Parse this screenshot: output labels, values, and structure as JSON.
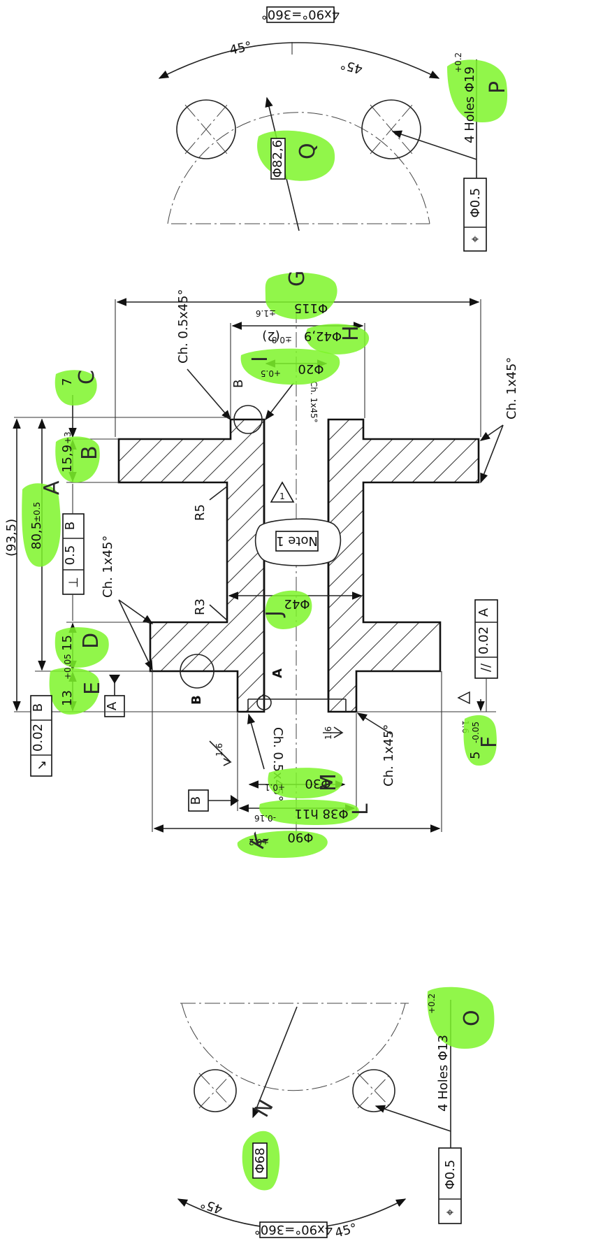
{
  "top_view": {
    "pattern": "4x90°=360°",
    "angle_1": "45°",
    "angle_2": "45°",
    "pcd": "Φ82,6",
    "holes_note": "4 Holes Φ19",
    "holes_tol": "+0.2",
    "position_symbol": "⌖",
    "position_tol": "Φ0.5",
    "letter_pcd": "Q",
    "letter_holes": "P"
  },
  "bottom_view": {
    "pattern": "4x90°=360°",
    "angle_1": "45°",
    "angle_2": "45°",
    "pcd": "Φ68",
    "holes_note": "4 Holes Φ13",
    "holes_tol": "+0.2",
    "position_symbol": "⌖",
    "position_tol": "Φ0.5",
    "letter_pcd": "N",
    "letter_holes": "O"
  },
  "section": {
    "chamfer_top": "Ch. 0.5x45°",
    "chamfer_bore_top": "Ch. 1x45°",
    "chamfer_right": "Ch. 1x45°",
    "chamfer_left": "Ch. 1x45°",
    "chamfer_bottom_bore": "Ch. 0.5x45°",
    "chamfer_bottom_right": "Ch. 1x45°",
    "radius_1": "R5",
    "radius_2": "R3",
    "note": "Note 1",
    "note_flag": "1",
    "detail_b_top": "B",
    "detail_b_left": "B",
    "datum_a_label": "A",
    "datum_a_box": "A",
    "datum_b_box": "B",
    "roughness_1": "1.6",
    "roughness_2": "1.6",
    "roughness_3": "1.6"
  },
  "dimensions": {
    "d115": "Φ115",
    "d115_tol": "±1.6",
    "d42_9": "Φ42,9",
    "d42_9_tol": "±0.8",
    "d42_9_count": "(2)",
    "d20": "Φ20",
    "d20_tol": "+0.5",
    "d42": "Φ42",
    "d30": "Φ30",
    "d30_tol": "+0.1",
    "d38": "Φ38 h11",
    "d38_tol": "-0.16",
    "d90": "Φ90",
    "d90_tol": "±0.2",
    "h7": "7",
    "h15_9": "15,9",
    "h15_9_tol": "+3",
    "h15": "15",
    "h13": "13",
    "h13_tol": "+0.05",
    "h5": "5",
    "h5_tol": "-0.05",
    "h80_5": "80,5",
    "h80_5_tol": "±0.5",
    "h93_5": "(93,5)"
  },
  "gdt": {
    "perp_symbol": "⊥",
    "perp_tol": "0.5",
    "perp_datum": "B",
    "runout_symbol": "↗",
    "runout_tol": "0.02",
    "runout_datum": "B",
    "parallel_symbol": "//",
    "parallel_tol": "0.02",
    "parallel_datum": "A"
  },
  "annotations": {
    "letters": [
      "A",
      "B",
      "C",
      "D",
      "E",
      "F",
      "G",
      "H",
      "I",
      "J",
      "K",
      "L",
      "M"
    ]
  },
  "colors": {
    "highlight": "#7ef52a",
    "ink": "#111111"
  }
}
